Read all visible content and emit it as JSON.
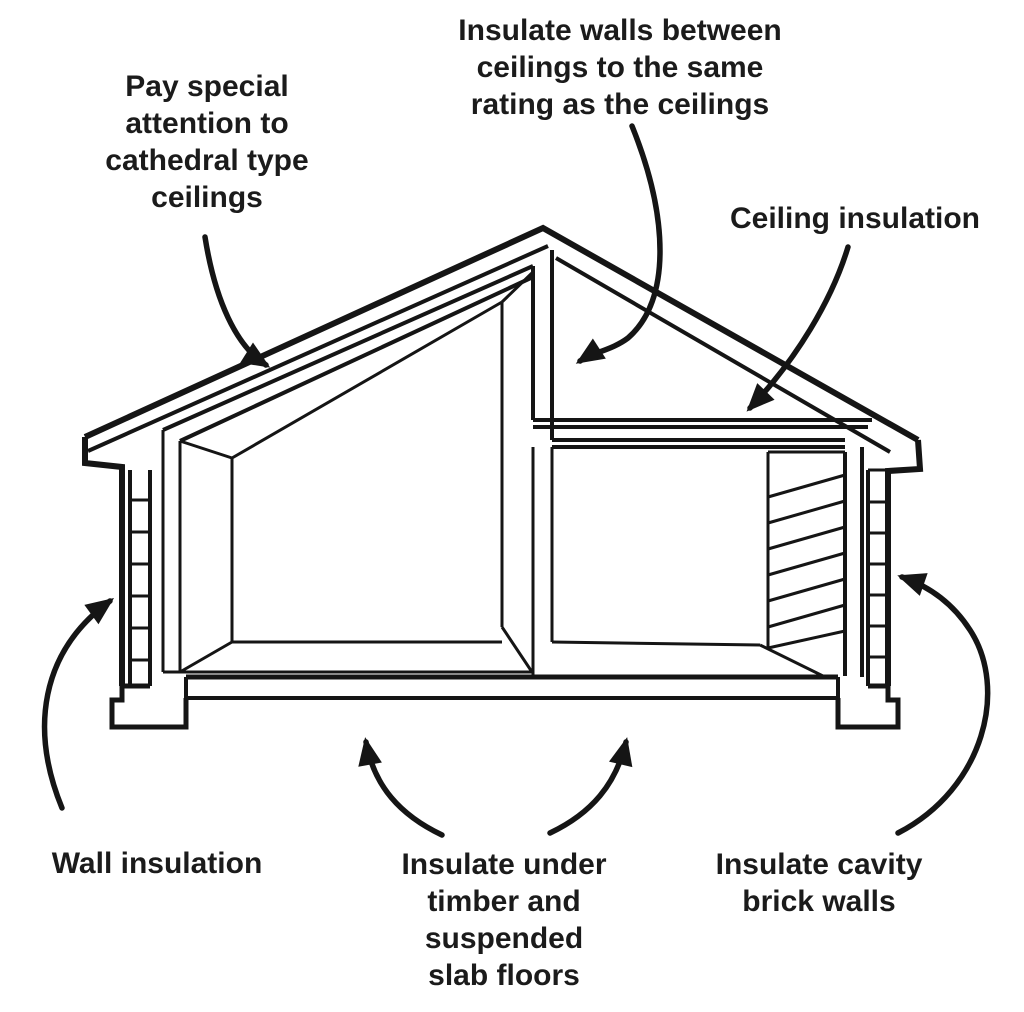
{
  "labels": {
    "cathedral": "Pay special\nattention to\ncathedral type\nceilings",
    "walls_between": "Insulate walls between\nceilings to the same\nrating as the ceilings",
    "ceiling": "Ceiling insulation",
    "wall": "Wall insulation",
    "under_floor": "Insulate under\ntimber and\nsuspended\nslab floors",
    "cavity": "Insulate cavity\nbrick walls"
  },
  "colors": {
    "line": "#151515",
    "text": "#1b1b1b",
    "background": "#ffffff"
  }
}
